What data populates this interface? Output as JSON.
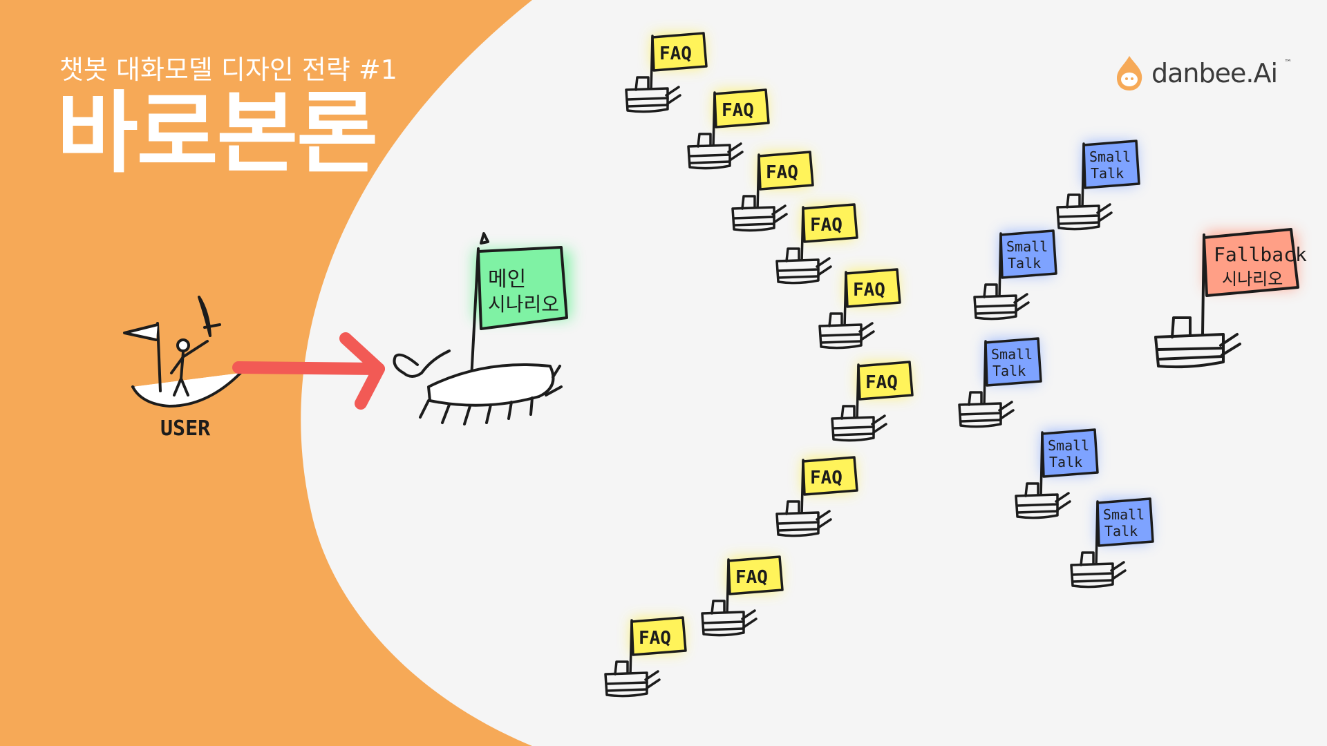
{
  "slide": {
    "subtitle": "챗봇 대화모델 디자인 전략 #1",
    "title": "바로본론",
    "colors": {
      "left_panel": "#f6a957",
      "canvas": "#f5f5f5",
      "arrow": "#f25a55",
      "faq_flag": "#fff35a",
      "smalltalk_flag": "#7ea3ff",
      "main_flag": "#7ff2a4",
      "fallback_flag": "#ff9f86"
    }
  },
  "logo": {
    "text": "danbee.Ai",
    "tm": "™",
    "icon": "flame-face-icon"
  },
  "sketch": {
    "user_label": "USER",
    "main_flag": [
      "메인",
      "시나리오"
    ],
    "faq_label": "FAQ",
    "smalltalk_label": [
      "Small",
      "Talk"
    ],
    "fallback_label": [
      "Fallback",
      "시나리오"
    ]
  }
}
